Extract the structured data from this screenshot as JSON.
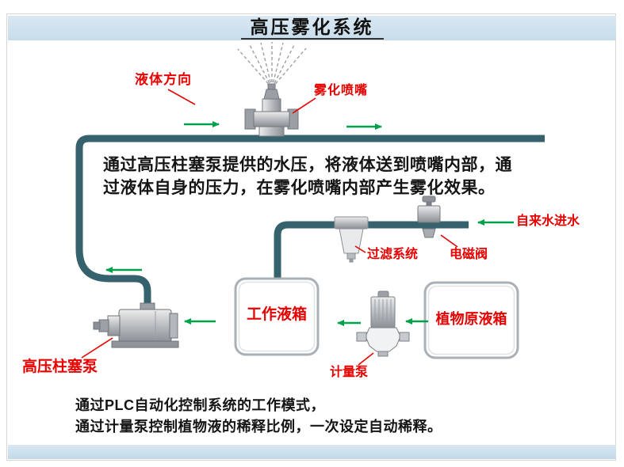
{
  "title": "高压雾化系统",
  "labels": {
    "liquid_direction": "液体方向",
    "nozzle": "雾化喷嘴",
    "tap_water": "自来水进水",
    "filter": "过滤系统",
    "solenoid_valve": "电磁阀",
    "working_tank": "工作液箱",
    "plant_tank": "植物原液箱",
    "metering_pump": "计量泵",
    "hp_pump": "高压柱塞泵"
  },
  "description_top": {
    "line1": "通过高压柱塞泵提供的水压，将液体送到喷嘴内部，通",
    "line2": "过液体自身的压力，在雾化喷嘴内部产生雾化效果。"
  },
  "description_bottom": {
    "line1": "通过PLC自动化控制系统的工作模式，",
    "line2": "通过计量泵控制植物液的稀释比例，一次设定自动稀释。"
  },
  "colors": {
    "pipe": "#35626d",
    "flow_arrow": "#00a14b",
    "label_red": "#e60000",
    "header_bg": "#cfe0ec",
    "tank_border": "#aab0b5"
  }
}
